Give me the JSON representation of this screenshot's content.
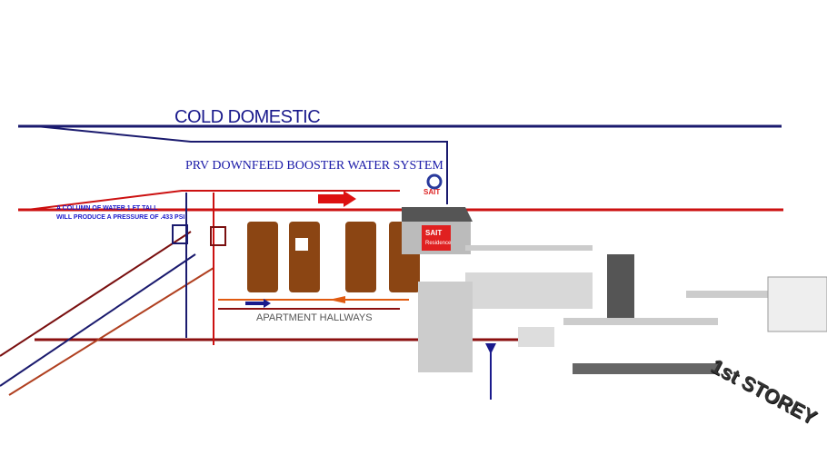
{
  "titles": {
    "cold_domestic": "COLD DOMESTIC",
    "system": "PRV DOWNFEED BOOSTER WATER SYSTEM"
  },
  "notes": {
    "line1": "A COLUMN OF WATER 1 FT TALL",
    "line2": "WILL PRODUCE A PRESSURE OF .433 PSI"
  },
  "labels": {
    "hallways": "APARTMENT HALLWAYS",
    "storey": "1st STOREY"
  },
  "branding": {
    "logo": "SAIT",
    "sign_title": "SAIT",
    "sign_subtitle": "Residence"
  },
  "colors": {
    "cold": "#1a1a6e",
    "hot": "#cc1111",
    "return": "#7a1010",
    "tank": "#8b4513",
    "accent": "#e05a10"
  }
}
